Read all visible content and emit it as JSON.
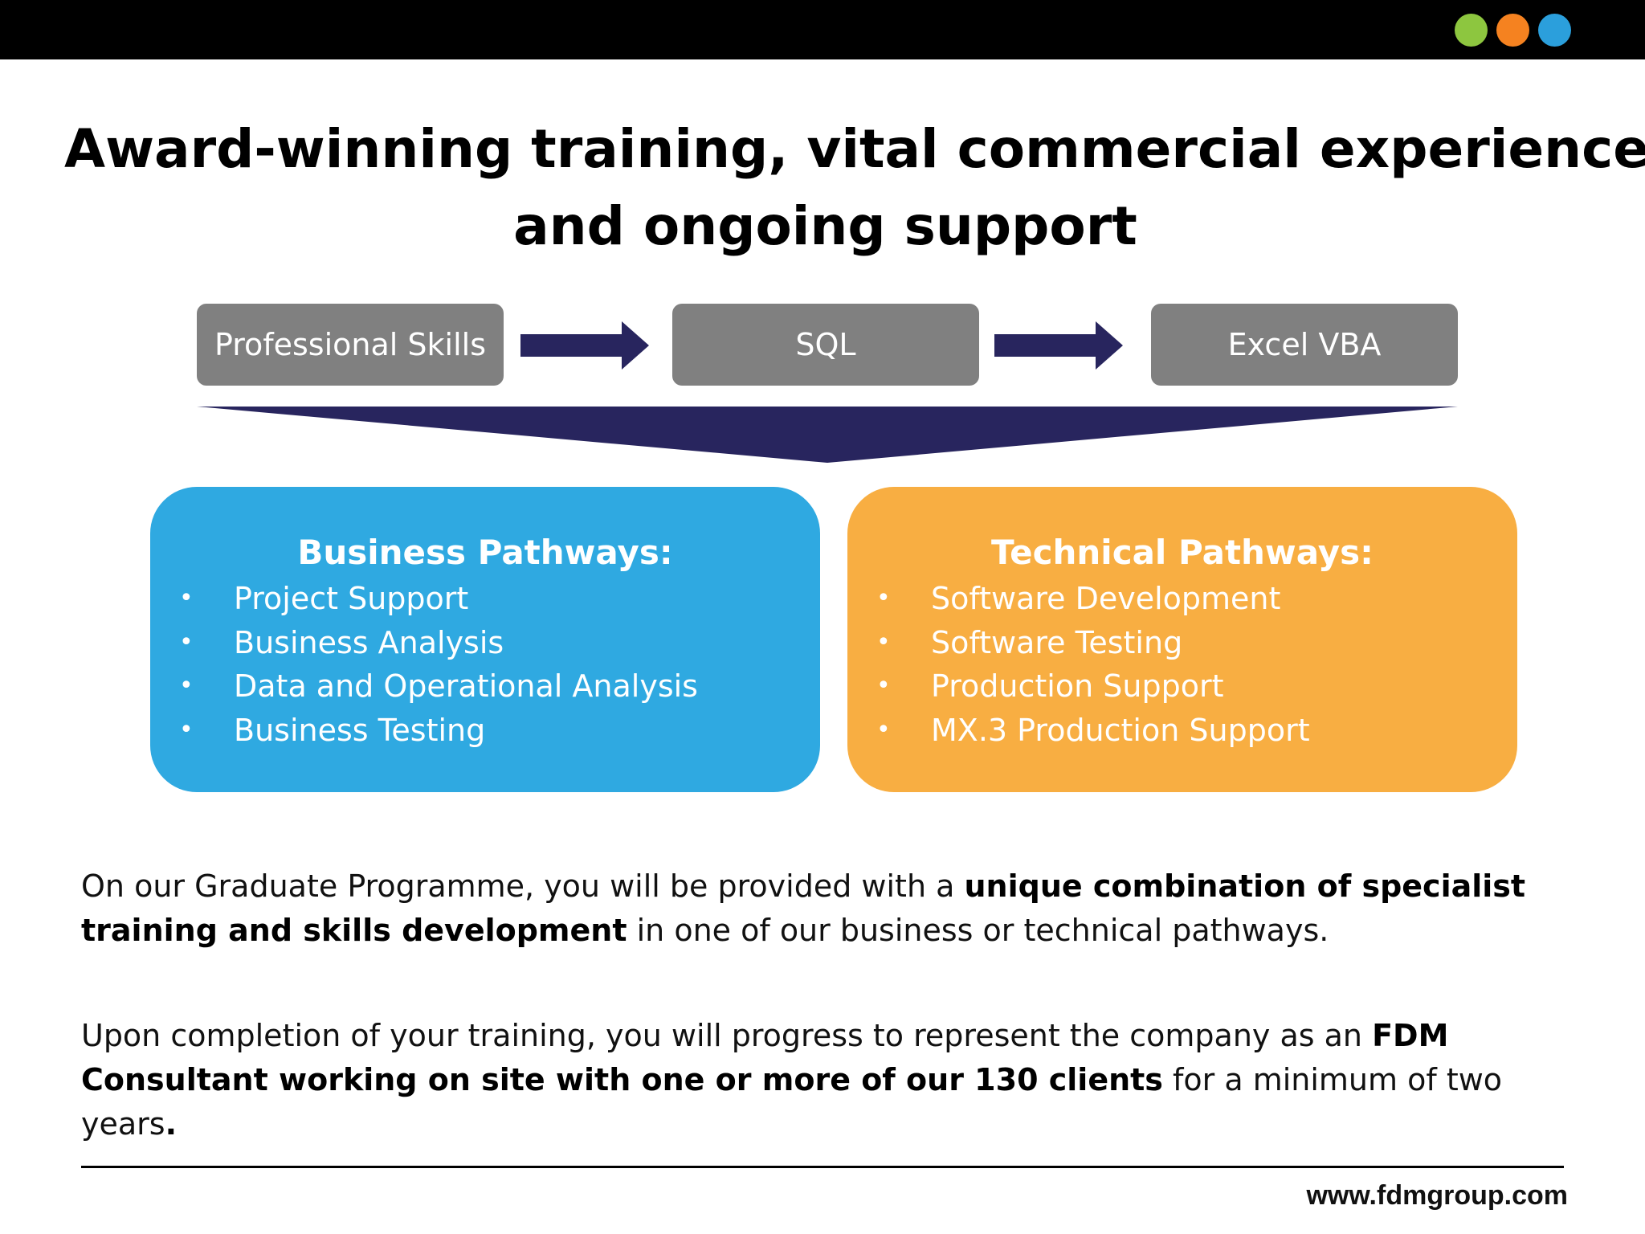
{
  "header": {
    "dots": [
      {
        "name": "green-dot",
        "color": "#8dc63f"
      },
      {
        "name": "orange-dot",
        "color": "#f58220"
      },
      {
        "name": "blue-dot",
        "color": "#2b9fdc"
      }
    ]
  },
  "title": {
    "line1": "Award-winning training, vital commercial experience",
    "line2": "and ongoing support"
  },
  "flow": {
    "steps": [
      "Professional Skills",
      "SQL",
      "Excel VBA"
    ],
    "step_color": "#808080",
    "arrow_color": "#28255e"
  },
  "business": {
    "heading": "Business Pathways:",
    "color": "#2fa9e1",
    "items": [
      "Project Support",
      "Business Analysis",
      "Data and Operational Analysis",
      "Business Testing"
    ]
  },
  "technical": {
    "heading": "Technical Pathways:",
    "color": "#f8ae42",
    "items": [
      "Software Development",
      "Software Testing",
      "Production Support",
      "MX.3 Production Support"
    ]
  },
  "paragraph1": {
    "text_a": "On our Graduate Programme, you will be provided with a ",
    "bold_a": "unique combination of specialist training and skills development",
    "text_b": " in one of our business or technical pathways."
  },
  "paragraph2": {
    "text_a": "Upon completion of your training, you will progress to represent the company as an ",
    "bold_a": "FDM Consultant working on site with one or more of our 130 clients",
    "text_b": " for a minimum of two years",
    "bold_b": "."
  },
  "footer": {
    "url": "www.fdmgroup.com"
  }
}
